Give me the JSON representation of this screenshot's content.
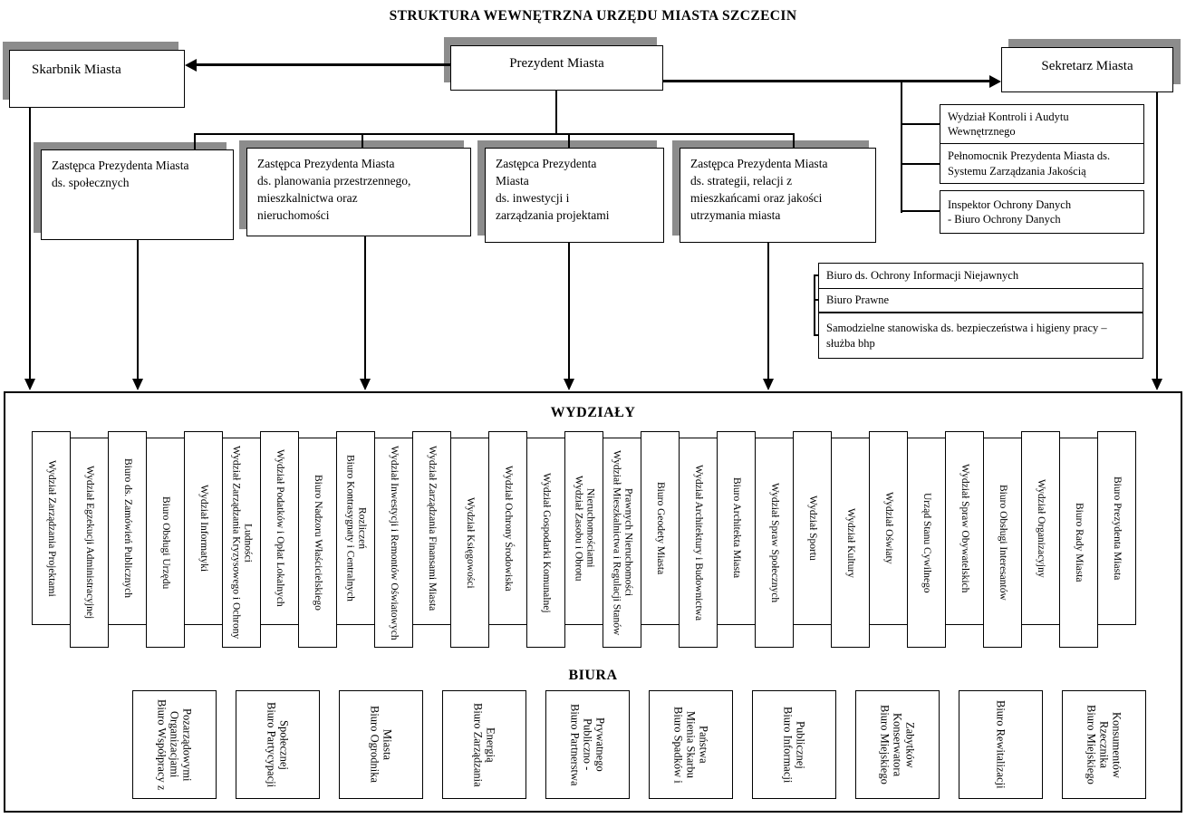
{
  "title": "STRUKTURA WEWNĘTRZNA URZĘDU MIASTA  SZCZECIN",
  "top_row": {
    "skarbnik": "Skarbnik Miasta",
    "prezydent": "Prezydent Miasta",
    "sekretarz": "Sekretarz Miasta"
  },
  "deputies": [
    "Zastępca Prezydenta Miasta\nds. społecznych",
    "Zastępca Prezydenta Miasta\nds. planowania przestrzennego,\nmieszkalnictwa oraz\nnieruchomości",
    "Zastępca Prezydenta\nMiasta\nds. inwestycji i\nzarządzania projektami",
    "Zastępca Prezydenta Miasta\nds. strategii, relacji z\nmieszkańcami oraz jakości\nutrzymania miasta"
  ],
  "sekretarz_units": [
    "Wydział Kontroli  i Audytu\nWewnętrznego",
    "Pełnomocnik Prezydenta Miasta ds.\nSystemu Zarządzania Jakością",
    "Inspektor  Ochrony Danych\n- Biuro Ochrony Danych"
  ],
  "staff_units": [
    "Biuro ds. Ochrony Informacji Niejawnych",
    "Biuro Prawne",
    "Samodzielne stanowiska ds. bezpieczeństwa i higieny pracy –\nsłużba bhp"
  ],
  "wydzialy": {
    "header": "WYDZIAŁY",
    "items": [
      "Wydział  Zarządzania Projektami",
      "Wydział Egzekucji Administracyjnej",
      "Biuro ds. Zamówień Publicznych",
      "Biuro Obsługi Urzędu",
      "Wydział Informatyki",
      "Wydział Zarządzania Kryzysowego i Ochrony Ludności",
      "Wydział Podatków i Opłat Lokalnych",
      "Biuro Nadzoru Właścicielskiego",
      "Biuro Kontrasygnaty i Centralnych Rozliczeń",
      "Wydział Inwestycji i Remontów Oświatowych",
      "Wydział Zarządzania Finansami Miasta",
      "Wydział Księgowości",
      "Wydział Ochrony Środowiska",
      "Wydział Gospodarki Komunalnej",
      "Wydział Zasobu i Obrotu Nieruchomościami",
      "Wydział Mieszkalnictwa i Regulacji Stanów Prawnych Nieruchomości",
      "Biuro Geodety Miasta",
      "Wydział Architektury i Budownictwa",
      "Biuro Architekta Miasta",
      "Wydział Spraw Społecznych",
      "Wydział Sportu",
      "Wydział Kultury",
      "Wydział Oświaty",
      "Urząd Stanu Cywilnego",
      "Wydział Spraw Obywatelskich",
      "Biuro Obsługi Interesantów",
      "Wydział Organizacyjny",
      "Biuro Rady Miasta",
      "Biuro Prezydenta Miasta"
    ]
  },
  "biura": {
    "header": "BIURA",
    "items": [
      "Biuro Współpracy z Organizacjami Pozarządowymi",
      "Biuro Partycypacji Społecznej",
      "Biuro Ogrodnika Miasta",
      "Biuro Zarządzania Energią",
      "Biuro Partnerstwa Publiczno - Prywatnego",
      "Biuro Spadków i Mienia Skarbu Państwa",
      "Biuro Informacji Publicznej",
      "Biuro Miejskiego Konserwatora Zabytków",
      "Biuro Rewitalizacji",
      "Biuro Miejskiego Rzecznika Konsumentów"
    ]
  },
  "colors": {
    "shadow": "#8c8c8c",
    "line": "#000000",
    "background": "#ffffff"
  }
}
